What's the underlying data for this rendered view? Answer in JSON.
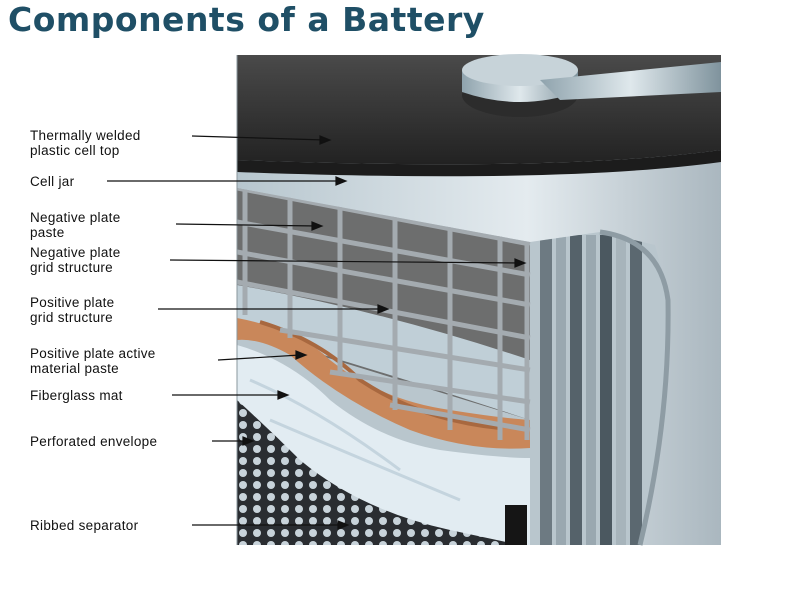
{
  "title": "Components of a Battery",
  "colors": {
    "title": "#1f4f66",
    "lid": "#3a3a3a",
    "case": "#c9d4da",
    "grid": "#9aa1a6",
    "paste": "#6c6c6c",
    "active_paste": "#c9875a",
    "fiberglass": "#dde8f0",
    "envelope": "#2a2d31"
  },
  "labels": [
    {
      "id": "cell-top",
      "lines": [
        "Thermally welded",
        "plastic cell top"
      ]
    },
    {
      "id": "cell-jar",
      "lines": [
        "Cell jar"
      ]
    },
    {
      "id": "neg-paste",
      "lines": [
        "Negative plate",
        "paste"
      ]
    },
    {
      "id": "neg-grid",
      "lines": [
        "Negative plate",
        "grid structure"
      ]
    },
    {
      "id": "pos-grid",
      "lines": [
        "Positive plate",
        "grid structure"
      ]
    },
    {
      "id": "pos-paste",
      "lines": [
        "Positive plate active",
        "material paste"
      ]
    },
    {
      "id": "fiberglass",
      "lines": [
        "Fiberglass mat"
      ]
    },
    {
      "id": "envelope",
      "lines": [
        "Perforated envelope"
      ]
    },
    {
      "id": "separator",
      "lines": [
        "Ribbed separator"
      ]
    }
  ]
}
